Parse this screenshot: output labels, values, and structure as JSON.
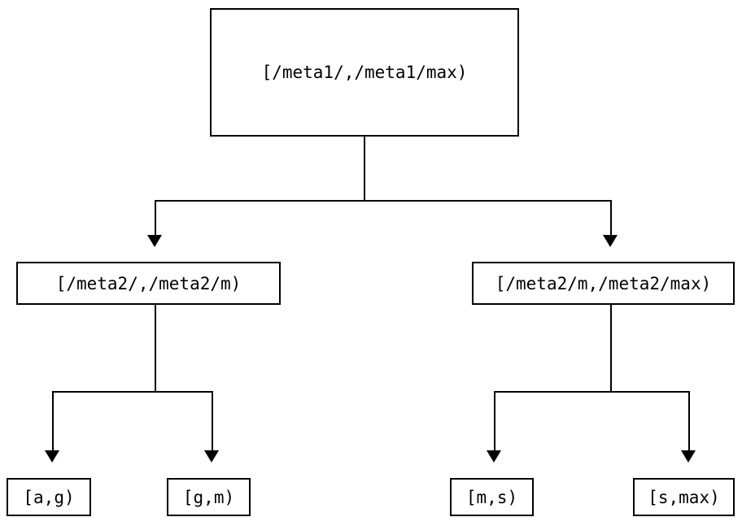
{
  "diagram": {
    "type": "tree",
    "orientation": "top-down",
    "background_color": "#ffffff",
    "line_color": "#000000",
    "text_color": "#000000",
    "nodes": {
      "root": {
        "label": "[/meta1/,/meta1/max)"
      },
      "level2": [
        {
          "label": "[/meta2/,/meta2/m)"
        },
        {
          "label": "[/meta2/m,/meta2/max)"
        }
      ],
      "leaves": [
        {
          "label": "[a,g)"
        },
        {
          "label": "[g,m)"
        },
        {
          "label": "[m,s)"
        },
        {
          "label": "[s,max)"
        }
      ]
    },
    "edges": [
      {
        "from": "root",
        "to": "level2.0",
        "arrow": "down-triangle"
      },
      {
        "from": "root",
        "to": "level2.1",
        "arrow": "down-triangle"
      },
      {
        "from": "level2.0",
        "to": "leaves.0",
        "arrow": "down-triangle"
      },
      {
        "from": "level2.0",
        "to": "leaves.1",
        "arrow": "down-triangle"
      },
      {
        "from": "level2.1",
        "to": "leaves.2",
        "arrow": "down-triangle"
      },
      {
        "from": "level2.1",
        "to": "leaves.3",
        "arrow": "down-triangle"
      }
    ]
  }
}
